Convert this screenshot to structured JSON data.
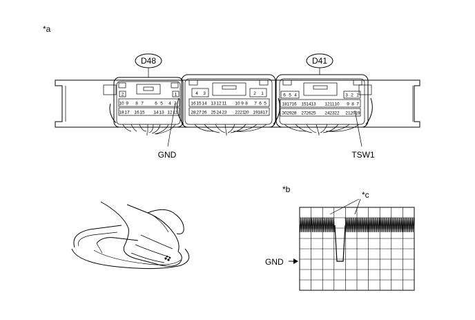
{
  "markers": {
    "a": "*a",
    "b": "*b",
    "c": "*c"
  },
  "connectors": {
    "d48": {
      "label": "D48",
      "rows": [
        [
          "2",
          "",
          "",
          "",
          "",
          "",
          "1"
        ],
        [
          "10",
          "9",
          "8",
          "7",
          "6",
          "5",
          "4",
          "3"
        ],
        [
          "18",
          "17",
          "16",
          "15",
          "14",
          "13",
          "12",
          "11"
        ]
      ]
    },
    "middle": {
      "side_left": [
        "4",
        "3"
      ],
      "side_right": [
        "2",
        "1"
      ],
      "rows": [
        [
          "16",
          "15",
          "14",
          "13",
          "12",
          "11",
          "10",
          "9",
          "8",
          "7",
          "6",
          "5"
        ],
        [
          "28",
          "27",
          "26",
          "25",
          "24",
          "23",
          "22",
          "21",
          "20",
          "19",
          "18",
          "17"
        ]
      ]
    },
    "d41": {
      "label": "D41",
      "rows": [
        [
          "6",
          "5",
          "4",
          "",
          "",
          "",
          "",
          "",
          "3",
          "2",
          "1"
        ],
        [
          "18",
          "17",
          "16",
          "15",
          "14",
          "13",
          "12",
          "11",
          "10",
          "9",
          "8",
          "7"
        ],
        [
          "30",
          "29",
          "28",
          "27",
          "26",
          "25",
          "24",
          "23",
          "22",
          "21",
          "20",
          "19"
        ]
      ]
    }
  },
  "callouts": {
    "gnd": "GND",
    "tsw1": "TSW1"
  },
  "waveform": {
    "gnd_label": "GND"
  }
}
